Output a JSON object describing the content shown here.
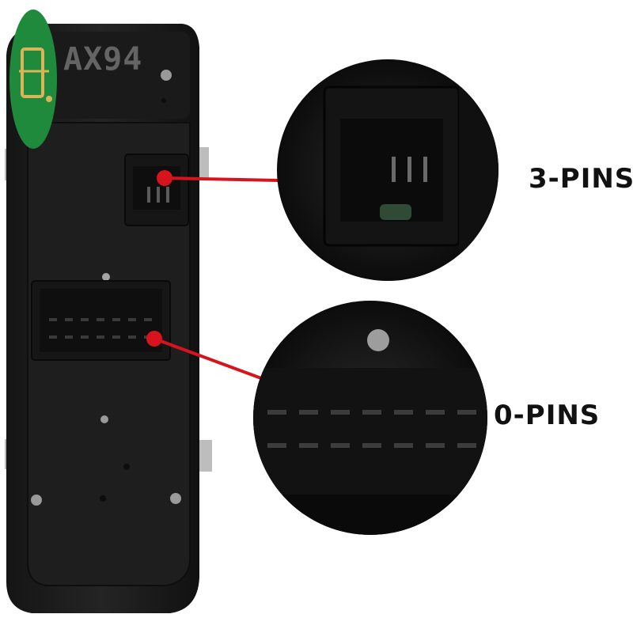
{
  "image": {
    "subject": "switch",
    "background_color": "#ffffff",
    "body_color": "#1b1b1b",
    "callout_color": "#d7141e"
  },
  "watermark": {
    "text": "AX94",
    "icon": "circuit-chip-icon",
    "badge_color": "#1f8a3c"
  },
  "callouts": [
    {
      "label": "3-PINS",
      "icon": "zoom-circle"
    },
    {
      "label": "0-PINS",
      "icon": "zoom-circle"
    }
  ]
}
